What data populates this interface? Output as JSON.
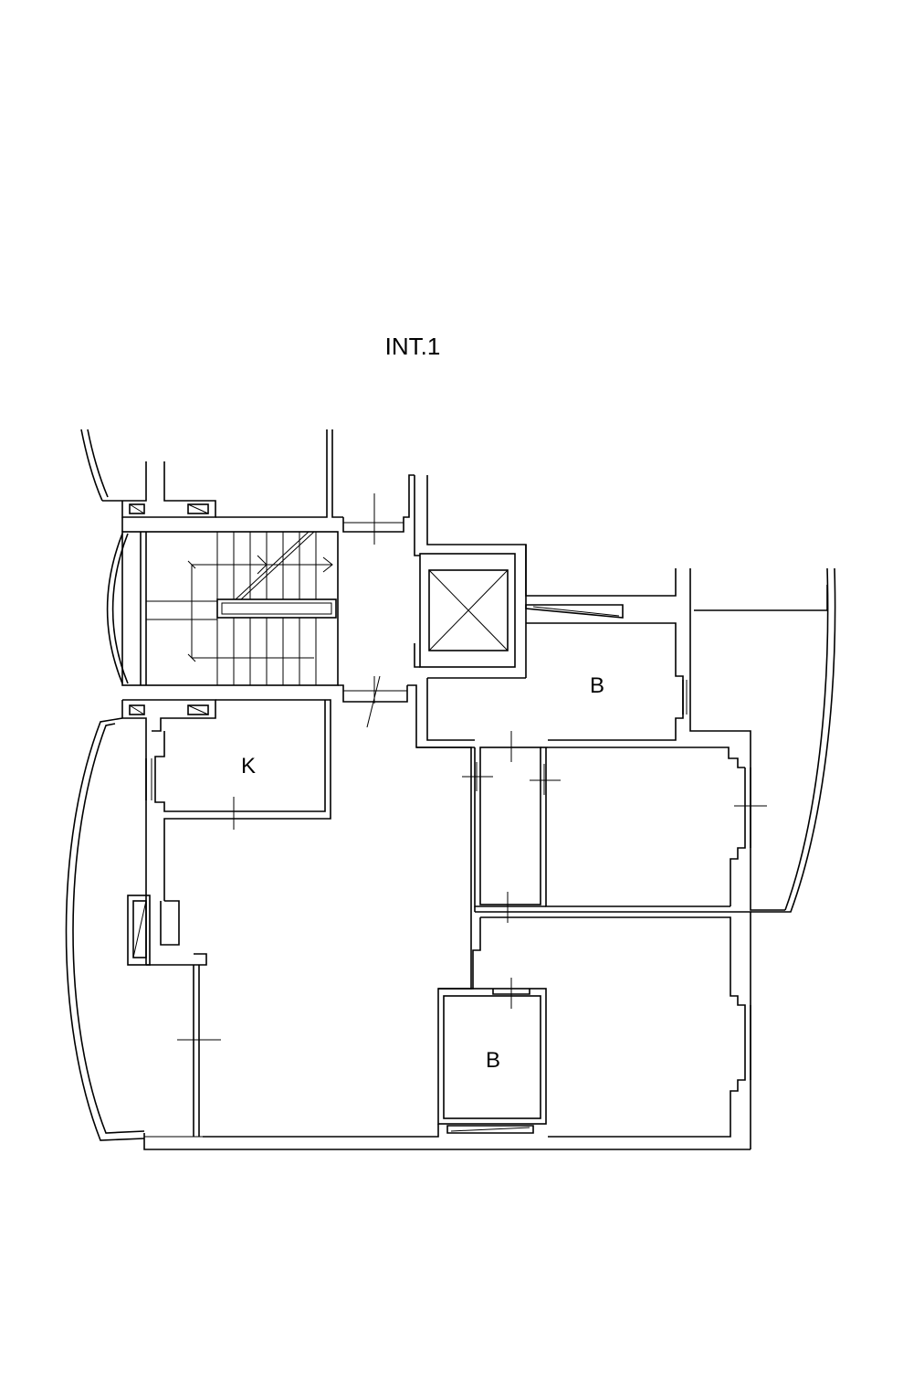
{
  "plan": {
    "title": "INT.1",
    "rooms": {
      "kitchen": "K",
      "bath_upper": "B",
      "bath_lower": "B"
    }
  }
}
